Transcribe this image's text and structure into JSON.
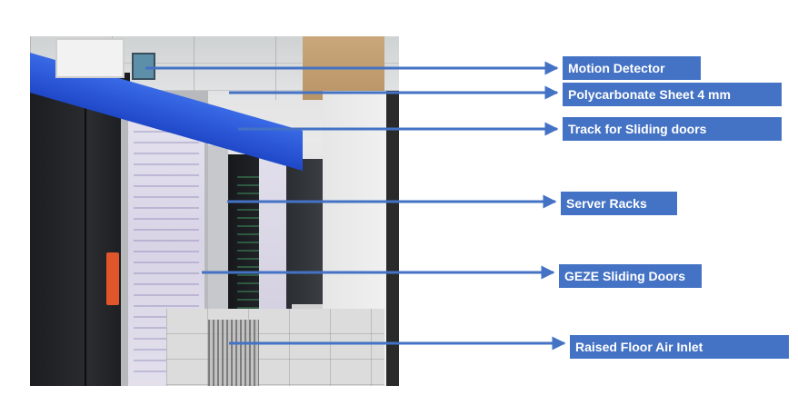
{
  "photo": {
    "description_icons": [
      "server-room-photo"
    ]
  },
  "callouts": [
    {
      "label": "Motion Detector"
    },
    {
      "label": "Polycarbonate Sheet 4 mm"
    },
    {
      "label": "Track for Sliding doors"
    },
    {
      "label": "Server Racks"
    },
    {
      "label": "GEZE Sliding Doors"
    },
    {
      "label": "Raised Floor Air Inlet"
    }
  ],
  "colors": {
    "label_bg": "#4472c4",
    "arrow": "#4472c4",
    "label_text": "#ffffff"
  }
}
